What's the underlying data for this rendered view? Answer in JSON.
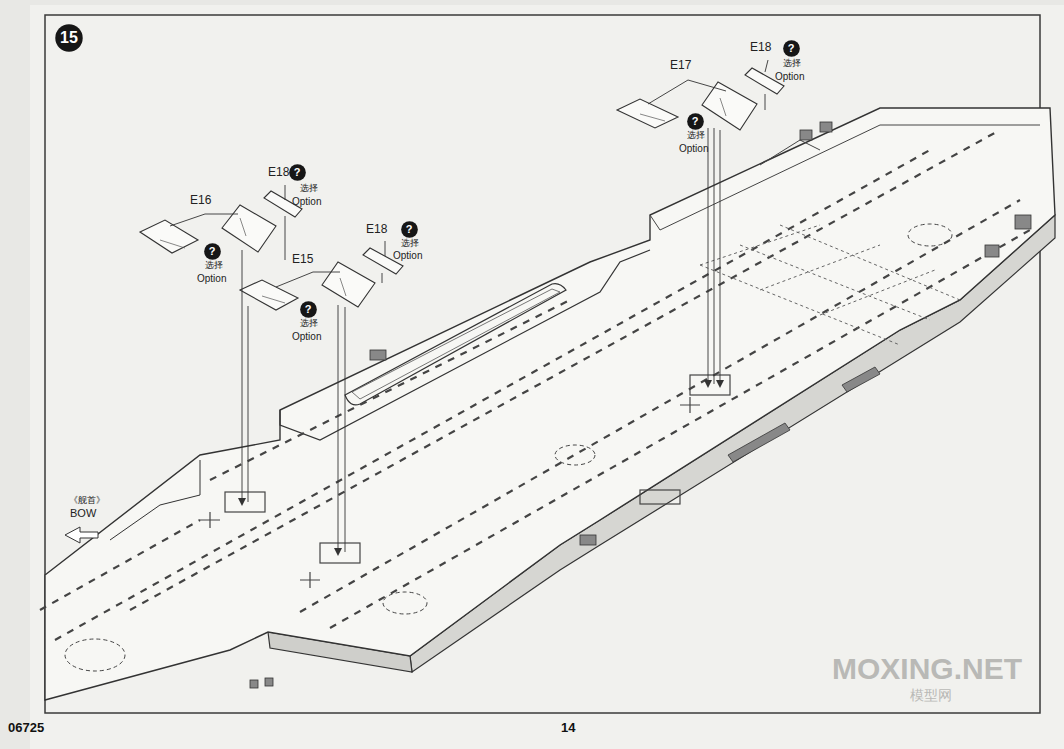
{
  "diagram": {
    "nodes": [
      {
        "text": [
          "15"
        ]
      },
      {
        "text": [
          "?"
        ]
      },
      {
        "text": [
          "?"
        ]
      },
      {
        "text": [
          "?"
        ]
      },
      {
        "text": [
          "?"
        ]
      },
      {
        "text": [
          "?"
        ]
      },
      {
        "text": [
          "?"
        ]
      }
    ],
    "labels": [
      "E18",
      "选择",
      "Option",
      "E17",
      "选择",
      "Option",
      "E18",
      "选择",
      "Option",
      "E16",
      "选择",
      "Option",
      "E18",
      "选择",
      "Option",
      "E15",
      "选择",
      "Option",
      "《舰首》",
      "BOW",
      "06725",
      "14",
      "MOXING.NET",
      "模型网"
    ]
  }
}
